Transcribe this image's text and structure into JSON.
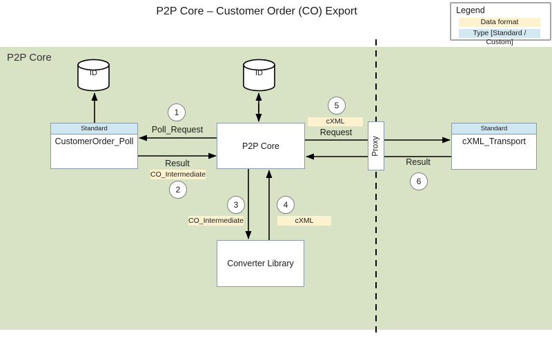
{
  "title": "P2P Core – Customer Order (CO) Export",
  "legend": {
    "title": "Legend",
    "data_format_label": "Data format",
    "type_label": "Type [Standard / Custom]"
  },
  "container": {
    "label": "P2P Core"
  },
  "nodes": {
    "customer_order_poll": {
      "type": "Standard",
      "label": "CustomerOrder_Poll"
    },
    "p2p_core": {
      "label": "P2P Core"
    },
    "cxml_transport": {
      "type": "Standard",
      "label": "cXML_Transport"
    },
    "converter_library": {
      "label": "Converter Library"
    },
    "proxy": {
      "label": "Proxy"
    },
    "database_left": {
      "label": "ID"
    },
    "database_center": {
      "label": "ID"
    }
  },
  "steps": [
    {
      "num": "1",
      "label": "Poll_Request"
    },
    {
      "num": "2",
      "label": "Result",
      "format": "CO_Intermediate"
    },
    {
      "num": "3",
      "format": "CO_Intermediate"
    },
    {
      "num": "4",
      "format": "cXML"
    },
    {
      "num": "5",
      "label": "Request",
      "format": "cXML"
    },
    {
      "num": "6",
      "label": "Result"
    }
  ],
  "colors": {
    "background_green": "#d7e3c4",
    "data_format_yellow": "#fdf2d0",
    "type_blue": "#d3e8f2"
  }
}
